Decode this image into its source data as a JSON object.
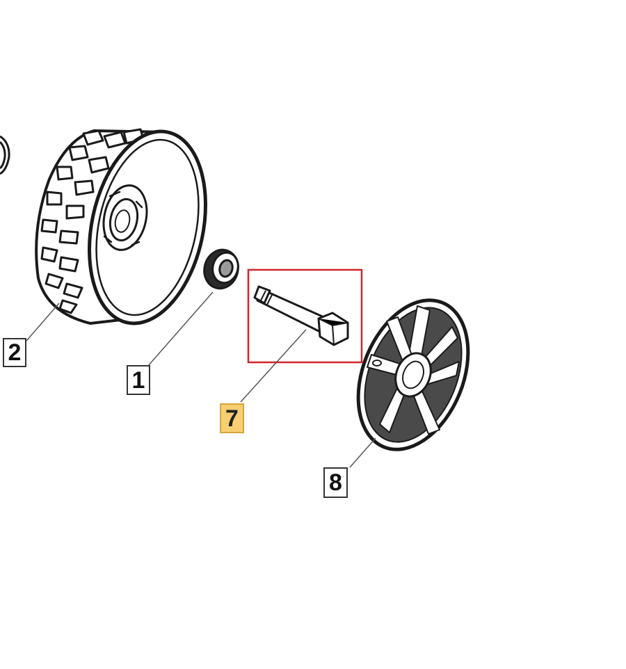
{
  "diagram": {
    "callouts": [
      {
        "id": "2",
        "label": "2",
        "part": "wheel",
        "highlighted": false
      },
      {
        "id": "1",
        "label": "1",
        "part": "bushing",
        "highlighted": false
      },
      {
        "id": "7",
        "label": "7",
        "part": "bolt",
        "highlighted": true
      },
      {
        "id": "8",
        "label": "8",
        "part": "hubcap",
        "highlighted": false
      }
    ],
    "colors": {
      "line_art": "#1a1a1a",
      "selection_box": "#d0262b",
      "highlight_fill": "#f7cf73",
      "background": "#ffffff"
    }
  }
}
